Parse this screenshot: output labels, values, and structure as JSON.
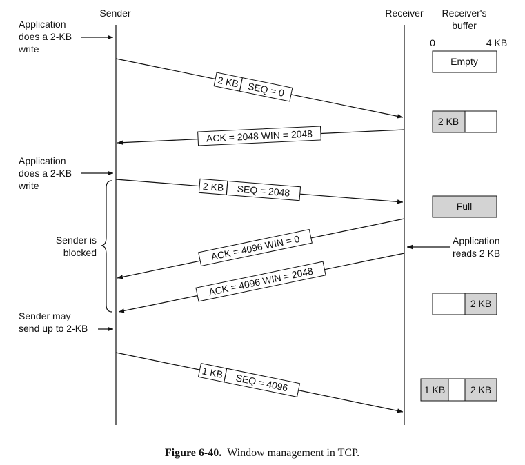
{
  "headers": {
    "sender": "Sender",
    "receiver": "Receiver",
    "buffer_line1": "Receiver's",
    "buffer_line2": "buffer",
    "scale_min": "0",
    "scale_max": "4 KB"
  },
  "left_notes": {
    "app_write_1": [
      "Application",
      "does a 2-KB",
      "write"
    ],
    "app_write_2": [
      "Application",
      "does a 2-KB",
      "write"
    ],
    "blocked": [
      "Sender is",
      "blocked"
    ],
    "may_send": [
      "Sender may",
      "send up to 2-KB"
    ]
  },
  "right_notes": {
    "app_reads": [
      "Application",
      "reads 2 KB"
    ]
  },
  "messages": {
    "seg1_size": "2 KB",
    "seg1_seq": "SEQ = 0",
    "ack1": "ACK = 2048 WIN = 2048",
    "seg2_size": "2 KB",
    "seg2_seq": "SEQ = 2048",
    "ack2": "ACK = 4096 WIN = 0",
    "ack3": "ACK = 4096 WIN = 2048",
    "seg3_size": "1 KB",
    "seg3_seq": "SEQ = 4096"
  },
  "buffers": {
    "b1": "Empty",
    "b2": "2 KB",
    "b3": "Full",
    "b4": "2 KB",
    "b5_left": "1 KB",
    "b5_right": "2 KB"
  },
  "caption": {
    "label": "Figure 6-40.",
    "text": "Window management in TCP."
  }
}
